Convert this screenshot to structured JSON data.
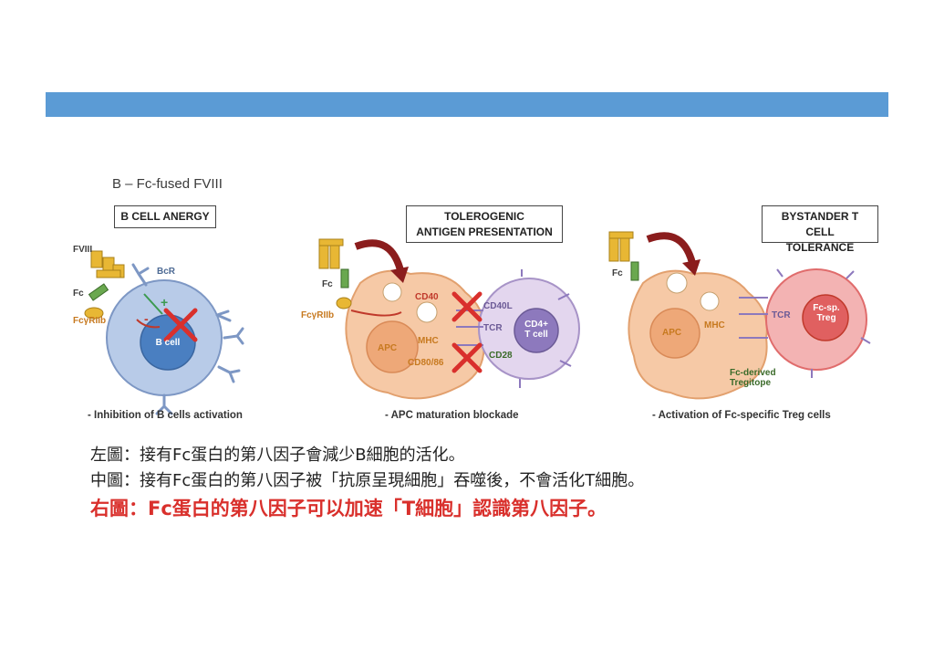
{
  "diagram": {
    "heading": "B – Fc-fused FVIII",
    "panels": [
      {
        "title": "B CELL ANERGY",
        "labels": {
          "fviii": "FVIII",
          "fc": "Fc",
          "fcyr": "FcγRIIb",
          "bcr": "BcR",
          "cell": "B cell"
        },
        "caption": "- Inhibition of B cells activation"
      },
      {
        "title_line1": "TOLEROGENIC",
        "title_line2": "ANTIGEN PRESENTATION",
        "labels": {
          "fc": "Fc",
          "fcyr": "FcγRIIb",
          "cd40": "CD40",
          "cd40l": "CD40L",
          "apc": "APC",
          "mhc": "MHC",
          "tcr": "TCR",
          "cd28": "CD28",
          "cd80": "CD80/86",
          "tcell_line1": "CD4+",
          "tcell_line2": "T cell"
        },
        "caption": "- APC maturation blockade"
      },
      {
        "title_line1": "BYSTANDER T CELL",
        "title_line2": "TOLERANCE",
        "labels": {
          "fc": "Fc",
          "apc": "APC",
          "mhc": "MHC",
          "tcr": "TCR",
          "treg_line1": "Fc-sp.",
          "treg_line2": "Treg",
          "tregitope_line1": "Fc-derived",
          "tregitope_line2": "Tregitope"
        },
        "caption": "- Activation of Fc-specific Treg cells"
      }
    ]
  },
  "captions_cn": [
    "左圖：接有Fc蛋白的第八因子會減少B細胞的活化。",
    "中圖：接有Fc蛋白的第八因子被「抗原呈現細胞」吞噬後，不會活化T細胞。",
    "右圖：Fc蛋白的第八因子可以加速「T細胞」認識第八因子。"
  ]
}
